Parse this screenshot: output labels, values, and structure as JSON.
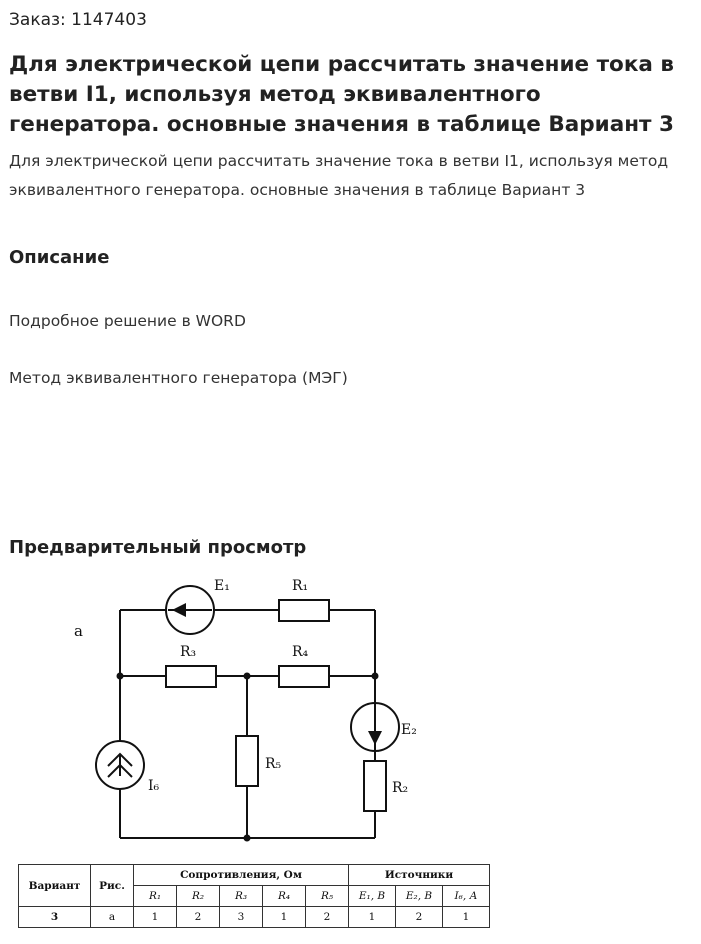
{
  "order_label": "Заказ: 1147403",
  "title": "Для электрической цепи рассчитать значение тока в ветви I1, используя метод эквивалентного генератора. основные значения в таблице Вариант 3",
  "lead": "Для электрической цепи рассчитать значение тока в ветви I1, используя метод эквивалентного генератора. основные значения в таблице Вариант 3",
  "description": {
    "heading": "Описание",
    "paragraphs": [
      "Подробное решение в WORD",
      "Метод эквивалентного генератора (МЭГ)"
    ]
  },
  "preview": {
    "heading": "Предварительный просмотр",
    "circuit": {
      "node_label": "а",
      "labels": {
        "E1": "E₁",
        "R1": "R₁",
        "R3": "R₃",
        "R4": "R₄",
        "E2": "E₂",
        "R5": "R₅",
        "R2": "R₂",
        "I6": "I₆"
      }
    },
    "table": {
      "headers": {
        "variant": "Вариант",
        "figure": "Рис.",
        "resistances": "Сопротивления, Ом",
        "sources": "Источники"
      },
      "subheaders": [
        "R₁",
        "R₂",
        "R₃",
        "R₄",
        "R₅",
        "E₁, В",
        "E₂, В",
        "I₆, А"
      ],
      "row": [
        "3",
        "а",
        "1",
        "2",
        "3",
        "1",
        "2",
        "1",
        "2",
        "1"
      ]
    }
  }
}
